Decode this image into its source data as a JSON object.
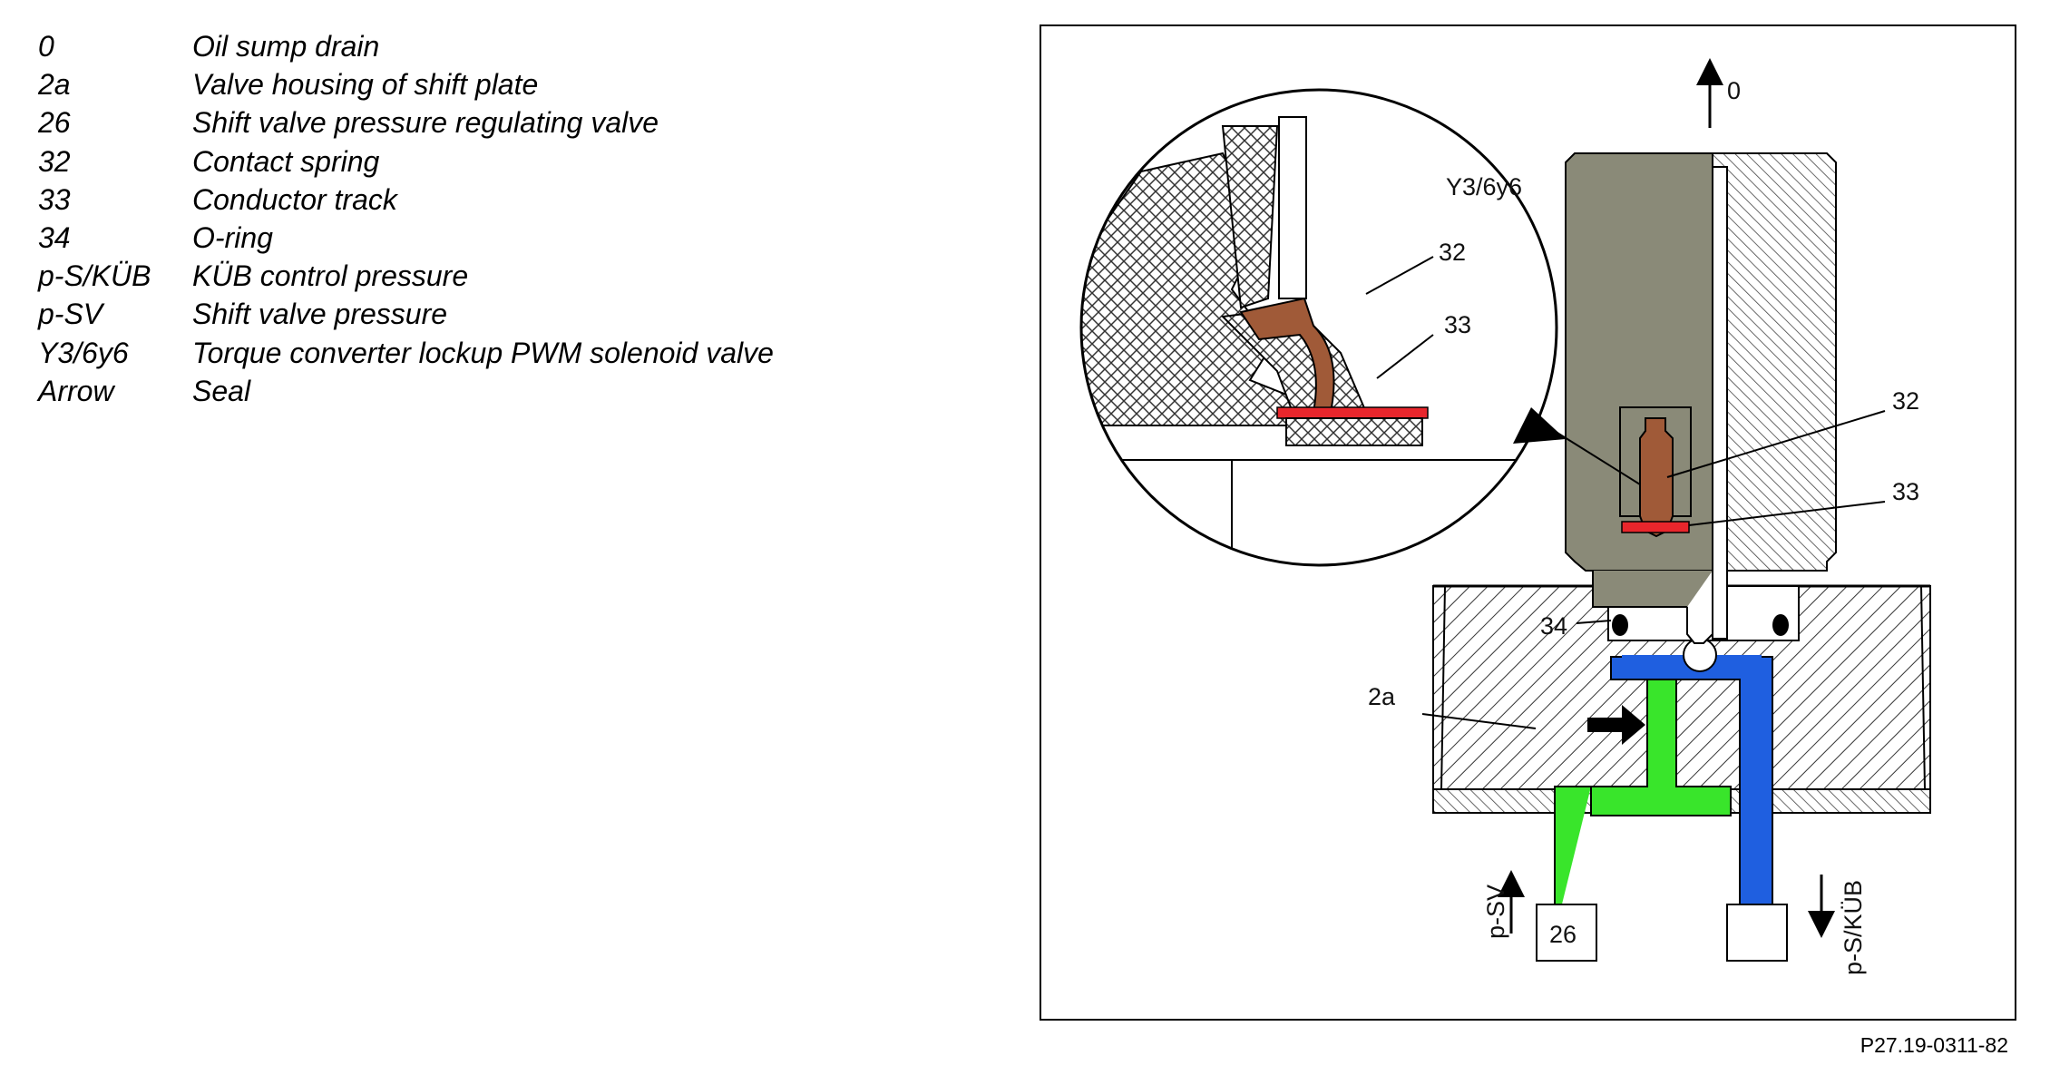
{
  "legend": [
    {
      "key": "0",
      "desc": "Oil sump drain"
    },
    {
      "key": "2a",
      "desc": "Valve housing of shift plate"
    },
    {
      "key": "26",
      "desc": "Shift valve pressure regulating valve"
    },
    {
      "key": "32",
      "desc": "Contact spring"
    },
    {
      "key": "33",
      "desc": "Conductor track"
    },
    {
      "key": "34",
      "desc": "O-ring"
    },
    {
      "key": "p-S/KÜB",
      "desc": "KÜB control pressure"
    },
    {
      "key": "p-SV",
      "desc": "Shift valve pressure"
    },
    {
      "key": "Y3/6y6",
      "desc": "Torque converter lockup PWM solenoid valve"
    },
    {
      "key": "Arrow",
      "desc": "Seal"
    }
  ],
  "diagram": {
    "labels": {
      "drain": "0",
      "solenoid": "Y3/6y6",
      "spring": "32",
      "track": "33",
      "spring_detail": "32",
      "track_detail": "33",
      "oring": "34",
      "housing": "2a",
      "regulator": "26",
      "psv": "p-SV",
      "pskub": "p-S/KÜB"
    },
    "colors": {
      "solenoid_body": "#8a8a78",
      "spring": "#a05a38",
      "conductor": "#e8262c",
      "pressure_sv": "#39e52b",
      "pressure_kub": "#1f5fe0"
    }
  },
  "figure_ref": "P27.19-0311-82"
}
